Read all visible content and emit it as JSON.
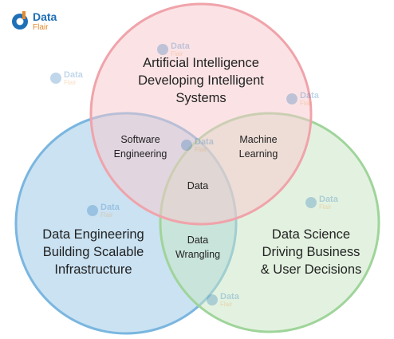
{
  "brand": {
    "name": "Data",
    "sub": "Flair"
  },
  "watermark": {
    "name": "Data",
    "sub": "Flair"
  },
  "colors": {
    "ai_fill": "#f7c7cb",
    "ai_stroke": "#f0a3aa",
    "de_fill": "#9fcae8",
    "de_stroke": "#7ab6e0",
    "ds_fill": "#c8e6c2",
    "ds_stroke": "#9fd49a",
    "brand_blue": "#1f6fb6",
    "brand_orange": "#e58a2e"
  },
  "circles": {
    "ai": {
      "line1": "Artificial Intelligence",
      "line2": "Developing Intelligent",
      "line3": "Systems"
    },
    "de": {
      "line1": "Data Engineering",
      "line2": "Building Scalable",
      "line3": "Infrastructure"
    },
    "ds": {
      "line1": "Data Science",
      "line2": "Driving Business",
      "line3": "& User Decisions"
    }
  },
  "overlaps": {
    "ai_de": {
      "line1": "Software",
      "line2": "Engineering"
    },
    "ai_ds": {
      "line1": "Machine",
      "line2": "Learning"
    },
    "de_ds": {
      "line1": "Data",
      "line2": "Wrangling"
    },
    "center": "Data"
  }
}
